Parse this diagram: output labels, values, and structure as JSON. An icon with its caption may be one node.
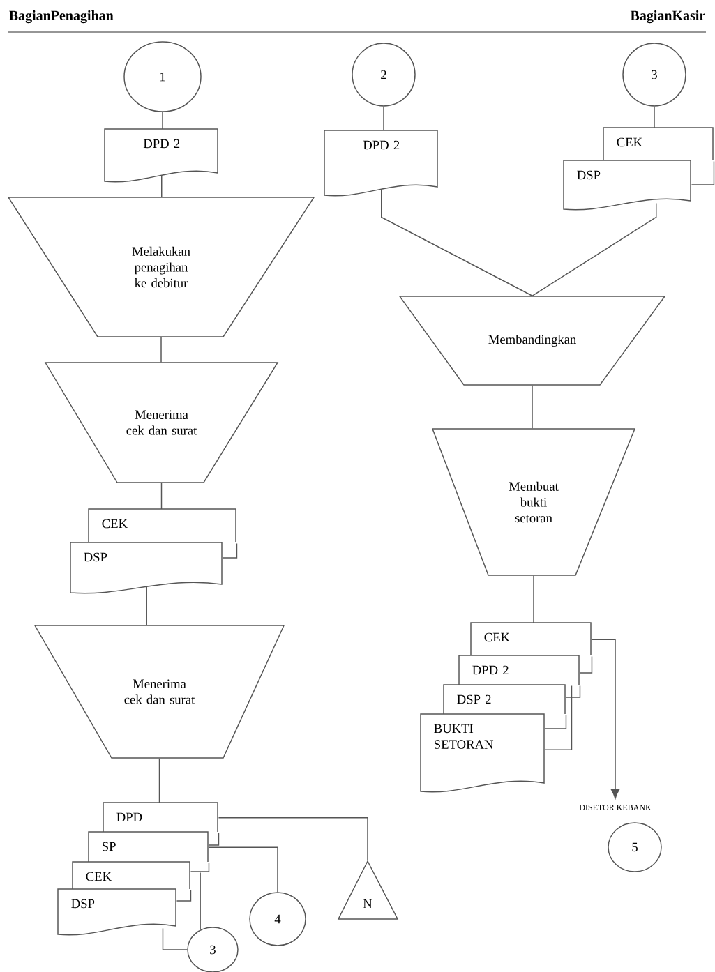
{
  "diagram": {
    "nodes": [
      {
        "text": [
          "1"
        ]
      },
      {
        "text": [
          "DPD 2"
        ]
      },
      {
        "text": [
          "2"
        ]
      },
      {
        "text": [
          "DPD 2"
        ]
      },
      {
        "text": [
          "3"
        ]
      },
      {
        "text": [
          "CEK"
        ]
      },
      {
        "text": [
          "DSP"
        ]
      },
      {
        "text": [
          "Melakukan penagihan ke debitur"
        ]
      },
      {
        "text": [
          "Membandingkan"
        ]
      },
      {
        "text": [
          "Menerima cek dan surat"
        ]
      },
      {
        "text": [
          "Membuat bukti setoran"
        ]
      },
      {
        "text": [
          "CEK"
        ]
      },
      {
        "text": [
          "DSP"
        ]
      },
      {
        "text": [
          "Menerima cek dan surat"
        ]
      },
      {
        "text": [
          "CEK"
        ]
      },
      {
        "text": [
          "DPD 2"
        ]
      },
      {
        "text": [
          "DSP 2"
        ]
      },
      {
        "text": [
          "BUKTI SETORAN"
        ]
      },
      {
        "text": [
          "DPD"
        ]
      },
      {
        "text": [
          "SP"
        ]
      },
      {
        "text": [
          "CEK"
        ]
      },
      {
        "text": [
          "DSP"
        ]
      },
      {
        "text": [
          "DISETOR KEBANK"
        ]
      },
      {
        "text": [
          "5"
        ]
      },
      {
        "text": [
          "4"
        ]
      },
      {
        "text": [
          "N"
        ]
      },
      {
        "text": [
          "3"
        ]
      }
    ],
    "edges": [
      {
        "from": 0,
        "to": 1,
        "arrow": "none"
      },
      {
        "from": 1,
        "to": 7,
        "arrow": "none"
      },
      {
        "from": 7,
        "to": 9,
        "arrow": "none"
      },
      {
        "from": 9,
        "to": 11,
        "arrow": "none"
      },
      {
        "from": 12,
        "to": 13,
        "arrow": "none"
      },
      {
        "from": 13,
        "to": 18,
        "arrow": "none"
      },
      {
        "from": 18,
        "to": 25,
        "arrow": "none"
      },
      {
        "from": 19,
        "to": 24,
        "arrow": "none"
      },
      {
        "from": 19,
        "to": 26,
        "arrow": "none"
      },
      {
        "from": 21,
        "to": 26,
        "arrow": "none"
      },
      {
        "from": 2,
        "to": 3,
        "arrow": "none"
      },
      {
        "from": 3,
        "to": 8,
        "arrow": "none"
      },
      {
        "from": 4,
        "to": 5,
        "arrow": "none"
      },
      {
        "from": 6,
        "to": 8,
        "arrow": "none"
      },
      {
        "from": 8,
        "to": 10,
        "arrow": "none"
      },
      {
        "from": 10,
        "to": 14,
        "arrow": "none"
      },
      {
        "from": 15,
        "to": 17,
        "arrow": "none"
      },
      {
        "from": 14,
        "to": 22,
        "arrow": "to"
      },
      {
        "from": 5,
        "to": 6,
        "arrow": "none"
      },
      {
        "from": 11,
        "to": 12,
        "arrow": "none"
      },
      {
        "from": 14,
        "to": 15,
        "arrow": "none"
      },
      {
        "from": 15,
        "to": 16,
        "arrow": "none"
      },
      {
        "from": 16,
        "to": 17,
        "arrow": "none"
      },
      {
        "from": 18,
        "to": 19,
        "arrow": "none"
      },
      {
        "from": 19,
        "to": 20,
        "arrow": "none"
      },
      {
        "from": 20,
        "to": 21,
        "arrow": "none"
      }
    ],
    "labels": [
      "BagianPenagihan",
      "BagianKasir"
    ]
  }
}
